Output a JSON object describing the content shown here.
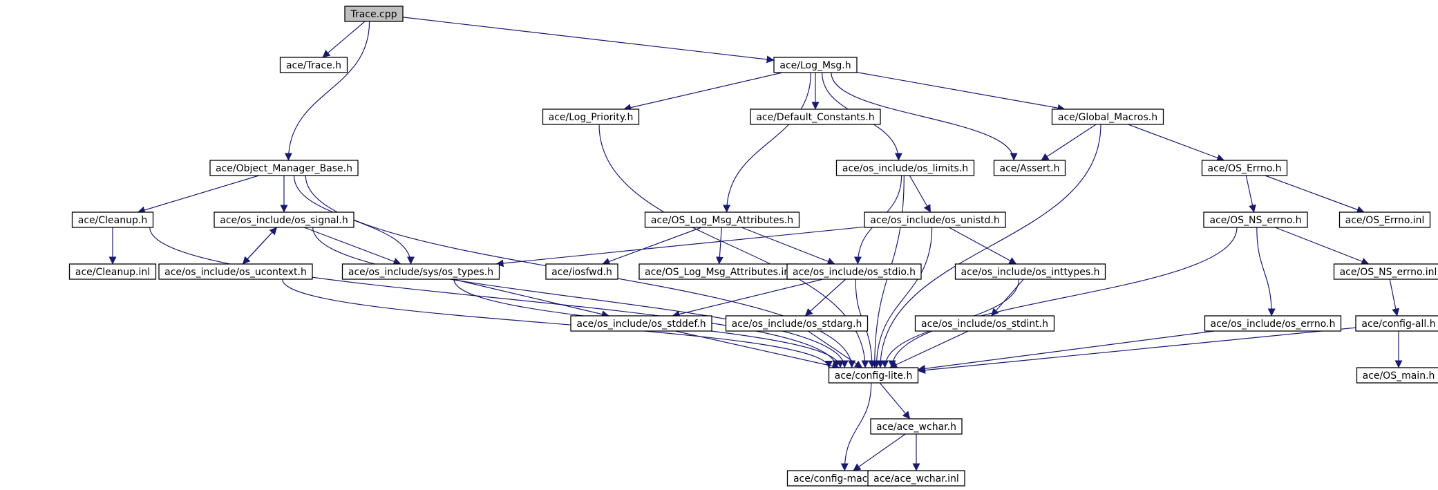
{
  "diagram": {
    "title": "",
    "colors": {
      "edge": "#191970",
      "arrowhead": "#191970",
      "node_fill": "#ffffff",
      "root_fill": "#bfbfbf",
      "node_border": "#000000",
      "dim_border": "#bfbfbf"
    },
    "nodes": [
      {
        "id": "trace_cpp",
        "label": "Trace.cpp",
        "style": "root"
      },
      {
        "id": "ace_trace_h",
        "label": "ace/Trace.h"
      },
      {
        "id": "log_msg_h",
        "label": "ace/Log_Msg.h"
      },
      {
        "id": "log_priority_h",
        "label": "ace/Log_Priority.h"
      },
      {
        "id": "default_constants_h",
        "label": "ace/Default_Constants.h"
      },
      {
        "id": "global_macros_h",
        "label": "ace/Global_Macros.h"
      },
      {
        "id": "object_manager_base_h",
        "label": "ace/Object_Manager_Base.h"
      },
      {
        "id": "os_limits_h",
        "label": "ace/os_include/os_limits.h"
      },
      {
        "id": "assert_h",
        "label": "ace/Assert.h"
      },
      {
        "id": "os_errno_h_top",
        "label": "ace/OS_Errno.h"
      },
      {
        "id": "cleanup_h",
        "label": "ace/Cleanup.h"
      },
      {
        "id": "os_signal_h",
        "label": "ace/os_include/os_signal.h"
      },
      {
        "id": "os_log_msg_attributes_h",
        "label": "ace/OS_Log_Msg_Attributes.h"
      },
      {
        "id": "os_unistd_h",
        "label": "ace/os_include/os_unistd.h"
      },
      {
        "id": "os_ns_errno_h",
        "label": "ace/OS_NS_errno.h"
      },
      {
        "id": "os_errno_inl",
        "label": "ace/OS_Errno.inl"
      },
      {
        "id": "cleanup_inl",
        "label": "ace/Cleanup.inl"
      },
      {
        "id": "os_ucontext_h",
        "label": "ace/os_include/os_ucontext.h"
      },
      {
        "id": "sys_os_types_h",
        "label": "ace/os_include/sys/os_types.h"
      },
      {
        "id": "iosfwd_h",
        "label": "ace/iosfwd.h"
      },
      {
        "id": "os_log_msg_attributes_inl",
        "label": "ace/OS_Log_Msg_Attributes.inl"
      },
      {
        "id": "os_stdio_h",
        "label": "ace/os_include/os_stdio.h"
      },
      {
        "id": "os_inttypes_h",
        "label": "ace/os_include/os_inttypes.h"
      },
      {
        "id": "os_ns_errno_inl",
        "label": "ace/OS_NS_errno.inl"
      },
      {
        "id": "os_stddef_h",
        "label": "ace/os_include/os_stddef.h"
      },
      {
        "id": "os_stdarg_h",
        "label": "ace/os_include/os_stdarg.h"
      },
      {
        "id": "os_stdint_h",
        "label": "ace/os_include/os_stdint.h"
      },
      {
        "id": "os_include_os_errno_h",
        "label": "ace/os_include/os_errno.h"
      },
      {
        "id": "config_all_h",
        "label": "ace/config-all.h"
      },
      {
        "id": "config_lite_h",
        "label": "ace/config-lite.h"
      },
      {
        "id": "os_main_h",
        "label": "ace/OS_main.h"
      },
      {
        "id": "ace_wchar_h",
        "label": "ace/ace_wchar.h"
      },
      {
        "id": "config_macros_h",
        "label": "ace/config-macros.h",
        "style": "dim"
      },
      {
        "id": "ace_wchar_inl",
        "label": "ace/ace_wchar.inl"
      }
    ],
    "edges": [
      {
        "from": "trace_cpp",
        "to": "ace_trace_h"
      },
      {
        "from": "trace_cpp",
        "to": "log_msg_h"
      },
      {
        "from": "trace_cpp",
        "to": "object_manager_base_h"
      },
      {
        "from": "log_msg_h",
        "to": "log_priority_h"
      },
      {
        "from": "log_msg_h",
        "to": "default_constants_h"
      },
      {
        "from": "log_msg_h",
        "to": "global_macros_h"
      },
      {
        "from": "log_msg_h",
        "to": "os_log_msg_attributes_h"
      },
      {
        "from": "log_msg_h",
        "to": "os_limits_h"
      },
      {
        "from": "log_msg_h",
        "to": "assert_h"
      },
      {
        "from": "log_priority_h",
        "to": "config_lite_h"
      },
      {
        "from": "global_macros_h",
        "to": "assert_h"
      },
      {
        "from": "global_macros_h",
        "to": "os_errno_h_top"
      },
      {
        "from": "global_macros_h",
        "to": "config_lite_h"
      },
      {
        "from": "object_manager_base_h",
        "to": "cleanup_h"
      },
      {
        "from": "object_manager_base_h",
        "to": "os_signal_h"
      },
      {
        "from": "object_manager_base_h",
        "to": "sys_os_types_h"
      },
      {
        "from": "object_manager_base_h",
        "to": "config_lite_h"
      },
      {
        "from": "os_limits_h",
        "to": "os_unistd_h"
      },
      {
        "from": "os_limits_h",
        "to": "os_stdio_h"
      },
      {
        "from": "os_limits_h",
        "to": "config_lite_h"
      },
      {
        "from": "os_errno_h_top",
        "to": "os_ns_errno_h"
      },
      {
        "from": "os_errno_h_top",
        "to": "os_errno_inl"
      },
      {
        "from": "cleanup_h",
        "to": "cleanup_inl"
      },
      {
        "from": "cleanup_h",
        "to": "config_lite_h"
      },
      {
        "from": "os_signal_h",
        "to": "os_ucontext_h"
      },
      {
        "from": "os_signal_h",
        "to": "sys_os_types_h"
      },
      {
        "from": "os_signal_h",
        "to": "config_lite_h"
      },
      {
        "from": "os_ucontext_h",
        "to": "os_signal_h"
      },
      {
        "from": "os_ucontext_h",
        "to": "config_lite_h"
      },
      {
        "from": "os_log_msg_attributes_h",
        "to": "iosfwd_h"
      },
      {
        "from": "os_log_msg_attributes_h",
        "to": "os_log_msg_attributes_inl"
      },
      {
        "from": "os_log_msg_attributes_h",
        "to": "os_stdio_h"
      },
      {
        "from": "os_unistd_h",
        "to": "sys_os_types_h"
      },
      {
        "from": "os_unistd_h",
        "to": "os_inttypes_h"
      },
      {
        "from": "os_unistd_h",
        "to": "config_lite_h"
      },
      {
        "from": "os_ns_errno_h",
        "to": "os_ns_errno_inl"
      },
      {
        "from": "os_ns_errno_h",
        "to": "os_include_os_errno_h"
      },
      {
        "from": "os_ns_errno_h",
        "to": "config_lite_h"
      },
      {
        "from": "sys_os_types_h",
        "to": "os_stddef_h"
      },
      {
        "from": "sys_os_types_h",
        "to": "config_lite_h"
      },
      {
        "from": "os_stdio_h",
        "to": "os_stddef_h"
      },
      {
        "from": "os_stdio_h",
        "to": "os_stdarg_h"
      },
      {
        "from": "os_stdio_h",
        "to": "config_lite_h"
      },
      {
        "from": "os_inttypes_h",
        "to": "os_stdint_h"
      },
      {
        "from": "os_inttypes_h",
        "to": "config_lite_h"
      },
      {
        "from": "os_ns_errno_inl",
        "to": "config_all_h"
      },
      {
        "from": "os_stddef_h",
        "to": "config_lite_h"
      },
      {
        "from": "os_stdarg_h",
        "to": "config_lite_h"
      },
      {
        "from": "os_stdint_h",
        "to": "config_lite_h"
      },
      {
        "from": "os_include_os_errno_h",
        "to": "config_lite_h"
      },
      {
        "from": "config_all_h",
        "to": "config_lite_h"
      },
      {
        "from": "config_all_h",
        "to": "os_main_h"
      },
      {
        "from": "config_lite_h",
        "to": "ace_wchar_h"
      },
      {
        "from": "config_lite_h",
        "to": "config_macros_h"
      },
      {
        "from": "ace_wchar_h",
        "to": "config_macros_h"
      },
      {
        "from": "ace_wchar_h",
        "to": "ace_wchar_inl"
      }
    ]
  }
}
